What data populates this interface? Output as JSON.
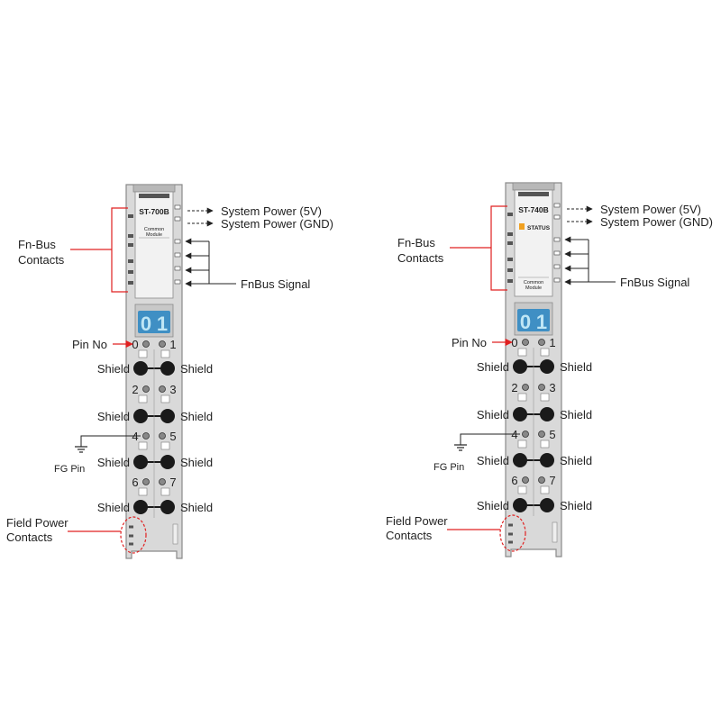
{
  "colors": {
    "background": "#ffffff",
    "module_body": "#d9d9d9",
    "module_border": "#8a8a8a",
    "label_panel": "#f2f2f2",
    "led_window": "#3f8fc4",
    "led_digit": "#bfe6f5",
    "callout_red": "#e02020",
    "shield_dot": "#1a1a1a",
    "status_led": "#f0a020",
    "text": "#222222"
  },
  "modules": [
    {
      "model": "ST-700B",
      "label_line1": "Common",
      "label_line2": "Module",
      "label_position": "top",
      "status_label": "",
      "digits": [
        "0",
        "1"
      ],
      "callouts": {
        "sys_power_5v": "System Power (5V)",
        "sys_power_gnd": "System Power (GND)",
        "fnbus_contacts_1": "Fn-Bus",
        "fnbus_contacts_2": "Contacts",
        "fnbus_signal": "FnBus Signal",
        "pin_no": "Pin No",
        "fg_pin": "FG Pin",
        "field_power_1": "Field Power",
        "field_power_2": "Contacts"
      },
      "rows": [
        {
          "type": "pins",
          "left": "0",
          "right": "1"
        },
        {
          "type": "shield",
          "left": "Shield",
          "right": "Shield"
        },
        {
          "type": "pins",
          "left": "2",
          "right": "3"
        },
        {
          "type": "shield",
          "left": "Shield",
          "right": "Shield"
        },
        {
          "type": "pins",
          "left": "4",
          "right": "5"
        },
        {
          "type": "shield",
          "left": "Shield",
          "right": "Shield"
        },
        {
          "type": "pins",
          "left": "6",
          "right": "7"
        },
        {
          "type": "shield",
          "left": "Shield",
          "right": "Shield"
        }
      ]
    },
    {
      "model": "ST-740B",
      "label_line1": "Common",
      "label_line2": "Module",
      "label_position": "bottom",
      "status_label": "STATUS",
      "digits": [
        "0",
        "1"
      ],
      "callouts": {
        "sys_power_5v": "System Power (5V)",
        "sys_power_gnd": "System Power (GND)",
        "fnbus_contacts_1": "Fn-Bus",
        "fnbus_contacts_2": "Contacts",
        "fnbus_signal": "FnBus Signal",
        "pin_no": "Pin No",
        "fg_pin": "FG Pin",
        "field_power_1": "Field Power",
        "field_power_2": "Contacts"
      },
      "rows": [
        {
          "type": "pins",
          "left": "0",
          "right": "1"
        },
        {
          "type": "shield",
          "left": "Shield",
          "right": "Shield"
        },
        {
          "type": "pins",
          "left": "2",
          "right": "3"
        },
        {
          "type": "shield",
          "left": "Shield",
          "right": "Shield"
        },
        {
          "type": "pins",
          "left": "4",
          "right": "5"
        },
        {
          "type": "shield",
          "left": "Shield",
          "right": "Shield"
        },
        {
          "type": "pins",
          "left": "6",
          "right": "7"
        },
        {
          "type": "shield",
          "left": "Shield",
          "right": "Shield"
        }
      ]
    }
  ]
}
